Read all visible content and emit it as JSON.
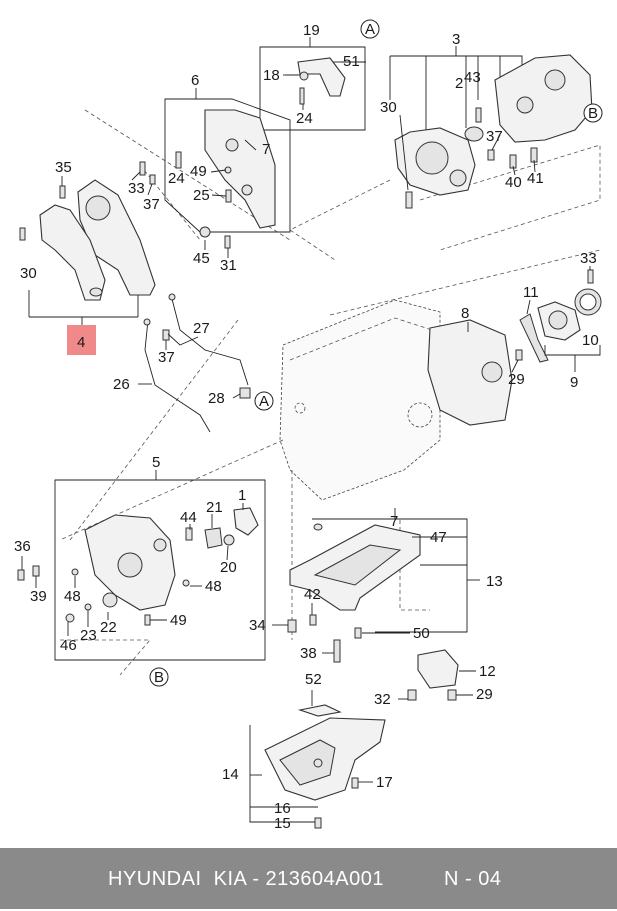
{
  "diagram": {
    "callouts": [
      {
        "id": "c19",
        "text": "19"
      },
      {
        "id": "c51",
        "text": "51"
      },
      {
        "id": "c18",
        "text": "18"
      },
      {
        "id": "c24a",
        "text": "24"
      },
      {
        "id": "c3",
        "text": "3"
      },
      {
        "id": "c2",
        "text": "2"
      },
      {
        "id": "c43",
        "text": "43"
      },
      {
        "id": "c30a",
        "text": "30"
      },
      {
        "id": "c37a",
        "text": "37"
      },
      {
        "id": "c40",
        "text": "40"
      },
      {
        "id": "c41",
        "text": "41"
      },
      {
        "id": "c6",
        "text": "6"
      },
      {
        "id": "c7a",
        "text": "7"
      },
      {
        "id": "c49a",
        "text": "49"
      },
      {
        "id": "c24b",
        "text": "24"
      },
      {
        "id": "c25",
        "text": "25"
      },
      {
        "id": "c45",
        "text": "45"
      },
      {
        "id": "c31",
        "text": "31"
      },
      {
        "id": "c35",
        "text": "35"
      },
      {
        "id": "c33a",
        "text": "33"
      },
      {
        "id": "c37b",
        "text": "37"
      },
      {
        "id": "c30b",
        "text": "30"
      },
      {
        "id": "c4",
        "text": "4"
      },
      {
        "id": "c27",
        "text": "27"
      },
      {
        "id": "c37c",
        "text": "37"
      },
      {
        "id": "c26",
        "text": "26"
      },
      {
        "id": "c28",
        "text": "28"
      },
      {
        "id": "c8",
        "text": "8"
      },
      {
        "id": "c11",
        "text": "11"
      },
      {
        "id": "c33b",
        "text": "33"
      },
      {
        "id": "c10",
        "text": "10"
      },
      {
        "id": "c29a",
        "text": "29"
      },
      {
        "id": "c9",
        "text": "9"
      },
      {
        "id": "c5",
        "text": "5"
      },
      {
        "id": "c1",
        "text": "1"
      },
      {
        "id": "c44",
        "text": "44"
      },
      {
        "id": "c21",
        "text": "21"
      },
      {
        "id": "c36",
        "text": "36"
      },
      {
        "id": "c39",
        "text": "39"
      },
      {
        "id": "c20",
        "text": "20"
      },
      {
        "id": "c48a",
        "text": "48"
      },
      {
        "id": "c48b",
        "text": "48"
      },
      {
        "id": "c22",
        "text": "22"
      },
      {
        "id": "c23",
        "text": "23"
      },
      {
        "id": "c49b",
        "text": "49"
      },
      {
        "id": "c46",
        "text": "46"
      },
      {
        "id": "c7b",
        "text": "7"
      },
      {
        "id": "c47",
        "text": "47"
      },
      {
        "id": "c13",
        "text": "13"
      },
      {
        "id": "c42",
        "text": "42"
      },
      {
        "id": "c34",
        "text": "34"
      },
      {
        "id": "c50",
        "text": "50"
      },
      {
        "id": "c38",
        "text": "38"
      },
      {
        "id": "c12",
        "text": "12"
      },
      {
        "id": "c52",
        "text": "52"
      },
      {
        "id": "c32",
        "text": "32"
      },
      {
        "id": "c29b",
        "text": "29"
      },
      {
        "id": "c14",
        "text": "14"
      },
      {
        "id": "c17",
        "text": "17"
      },
      {
        "id": "c16",
        "text": "16"
      },
      {
        "id": "c15",
        "text": "15"
      }
    ],
    "ref_markers": {
      "a_top": "A",
      "a_mid": "A",
      "b_top": "B",
      "b_bottom": "B"
    },
    "highlight": {
      "text": "4",
      "color": "#f08a8a"
    }
  },
  "footer": {
    "brand": "HYUNDAI  KIA - 213604A001",
    "page_ref": "N - 04",
    "background": "#8a8a8a"
  }
}
